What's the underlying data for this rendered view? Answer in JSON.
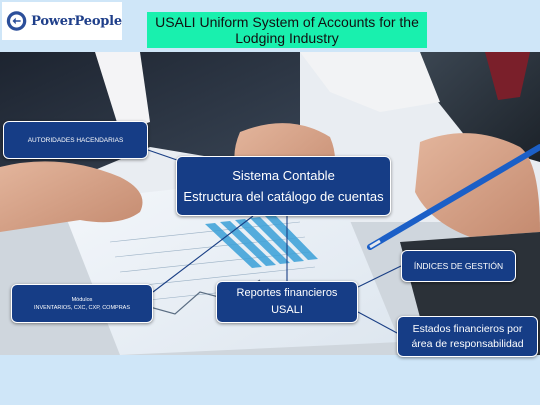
{
  "logo": {
    "text": "PowerPeople"
  },
  "title": "USALI Uniform System of Accounts for the Lodging Industry",
  "nodes": {
    "autoridades": "AUTORIDADES HACENDARIAS",
    "sistema": {
      "line1": "Sistema Contable",
      "line2": "Estructura del catálogo de cuentas"
    },
    "modulos": {
      "line1": "Módulos",
      "line2": "INVENTARIOS, CXC, CXP, COMPRAS"
    },
    "reportes": {
      "line1": "Reportes financieros",
      "line2": "USALI"
    },
    "indices": "ÍNDICES DE GESTIÓN",
    "estados": {
      "line1": "Estados financieros por",
      "line2": "área de responsabilidad"
    }
  },
  "colors": {
    "node_fill": "#163d86",
    "title_fill": "#19f0ae",
    "background": "#cfe6f8",
    "connector": "#1a3f85"
  }
}
